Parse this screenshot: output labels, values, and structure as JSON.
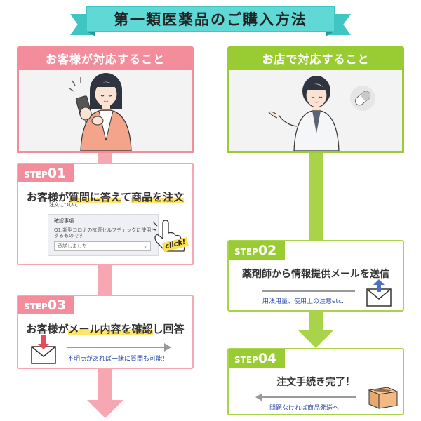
{
  "title": "第一類医薬品のご購入方法",
  "columns": {
    "customer": {
      "label": "お客様が対応すること"
    },
    "store": {
      "label": "お店で対応すること"
    }
  },
  "colors": {
    "pink": "#f38d9b",
    "green": "#99cc33",
    "teal": "#5fd8d6",
    "highlight": "#ffe66b",
    "note_blue": "#2b4aa8"
  },
  "steps": {
    "s01": {
      "word": "STEP",
      "num": "01",
      "text_a": "お客様が",
      "text_hl1": "質問に答え",
      "text_b": "て",
      "text_hl2": "商品を注文",
      "form": {
        "title": "注文について",
        "subtitle": "確認事項",
        "question": "Q1.新型コロナの抗原セルフチェックに使用するものです",
        "select_value": "承諾しました",
        "click_label": "click!"
      }
    },
    "s02": {
      "word": "STEP",
      "num": "02",
      "text": "薬剤師から情報提供メールを送信",
      "note": "用法用量、使用上の注意etc…"
    },
    "s03": {
      "word": "STEP",
      "num": "03",
      "text_a": "お客様が",
      "text_hl1": "メール内容を確認",
      "text_b": "し回答",
      "note": "不明点があれば一緒に質問も可能！"
    },
    "s04": {
      "word": "STEP",
      "num": "04",
      "text": "注文手続き完了！",
      "note": "問題なければ商品発送へ"
    }
  },
  "icons": [
    "woman-with-phone-icon",
    "pharmacist-icon",
    "capsule-icon",
    "envelope-icon",
    "envelope-send-icon",
    "envelope-receive-icon",
    "box-icon",
    "hand-pointer-icon"
  ]
}
